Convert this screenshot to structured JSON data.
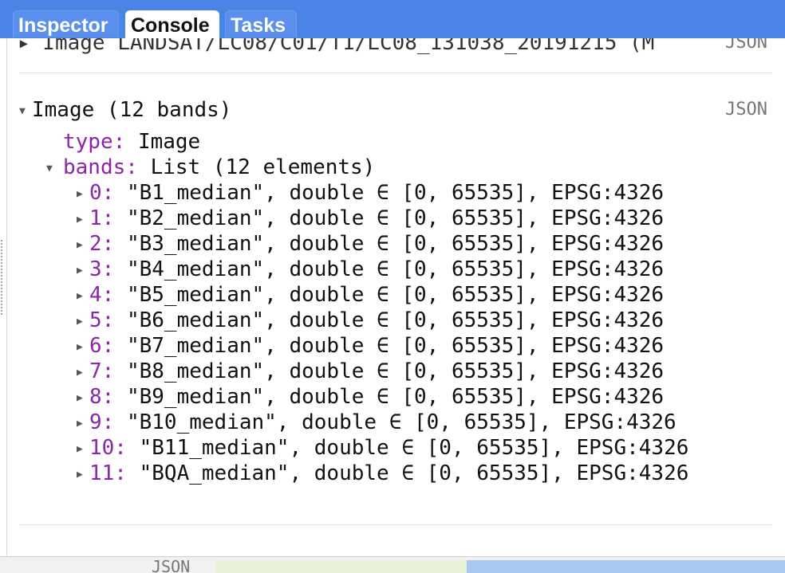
{
  "tabs": [
    {
      "label": "Inspector",
      "active": false
    },
    {
      "label": "Console",
      "active": true
    },
    {
      "label": "Tasks",
      "active": false
    }
  ],
  "previous_entry": {
    "text": "▸ Image LANDSAT/LC08/C01/T1/LC08_131038_20191215 (M",
    "json_label": "JSON"
  },
  "image_entry": {
    "title": "Image (12 bands)",
    "json_label": "JSON",
    "type_key": "type:",
    "type_value": "Image",
    "bands_key": "bands:",
    "bands_value": "List (12 elements)",
    "bands": [
      {
        "index": "0:",
        "value": "\"B1_median\", double ∈ [0, 65535], EPSG:4326"
      },
      {
        "index": "1:",
        "value": "\"B2_median\", double ∈ [0, 65535], EPSG:4326"
      },
      {
        "index": "2:",
        "value": "\"B3_median\", double ∈ [0, 65535], EPSG:4326"
      },
      {
        "index": "3:",
        "value": "\"B4_median\", double ∈ [0, 65535], EPSG:4326"
      },
      {
        "index": "4:",
        "value": "\"B5_median\", double ∈ [0, 65535], EPSG:4326"
      },
      {
        "index": "5:",
        "value": "\"B6_median\", double ∈ [0, 65535], EPSG:4326"
      },
      {
        "index": "6:",
        "value": "\"B7_median\", double ∈ [0, 65535], EPSG:4326"
      },
      {
        "index": "7:",
        "value": "\"B8_median\", double ∈ [0, 65535], EPSG:4326"
      },
      {
        "index": "8:",
        "value": "\"B9_median\", double ∈ [0, 65535], EPSG:4326"
      },
      {
        "index": "9:",
        "value": "\"B10_median\", double ∈ [0, 65535], EPSG:4326"
      },
      {
        "index": "10:",
        "value": "\"B11_median\", double ∈ [0, 65535], EPSG:4326"
      },
      {
        "index": "11:",
        "value": "\"BQA_median\", double ∈ [0, 65535], EPSG:4326"
      }
    ]
  },
  "bottom": {
    "json_label": "JSON"
  },
  "colors": {
    "tab_bar": "#4a84e6",
    "key": "#8e24aa",
    "text": "#111111"
  },
  "icons": {
    "collapsed": "triangle-right-icon",
    "expanded": "triangle-down-icon"
  }
}
